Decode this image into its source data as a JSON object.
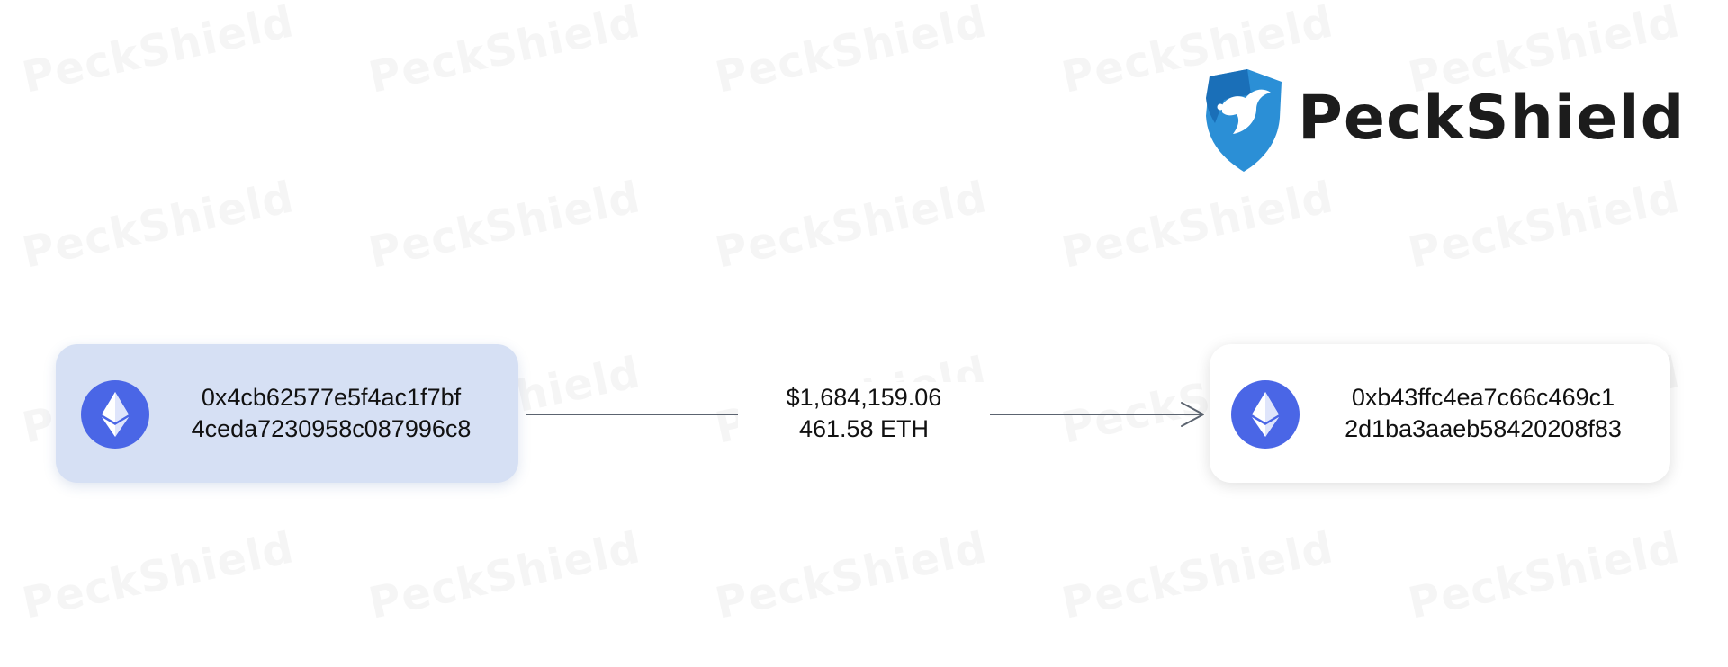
{
  "logo": {
    "text": "PeckShield",
    "icon": "shield-bird-icon",
    "shield_color": "#2b8fd6",
    "text_color": "#1c1c1c"
  },
  "watermark": {
    "text": "PeckShield"
  },
  "nodes": [
    {
      "id": "source",
      "icon": "ethereum-icon",
      "address_line1": "0x4cb62577e5f4ac1f7bf",
      "address_line2": "4ceda7230958c087996c8",
      "fill": "#d6e0f4"
    },
    {
      "id": "target",
      "icon": "ethereum-icon",
      "address_line1": "0xb43ffc4ea7c66c469c1",
      "address_line2": "2d1ba3aaeb58420208f83",
      "fill": "#ffffff"
    }
  ],
  "edge": {
    "usd_amount": "$1,684,159.06",
    "eth_amount": "461.58 ETH",
    "line_color": "#5c6470"
  },
  "colors": {
    "eth_circle": "#4a66e6",
    "eth_glyph": "#ffffff"
  }
}
